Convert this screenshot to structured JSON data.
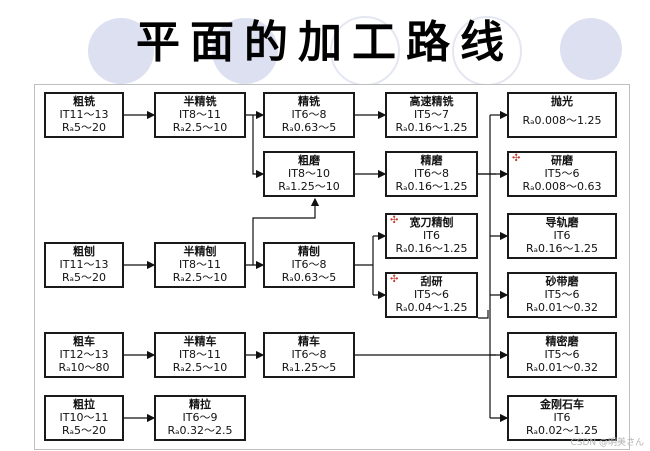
{
  "title": "平面的加工路线",
  "watermark": "CSDN @明美さん",
  "nodes": {
    "rough_mill": {
      "name": "粗铣",
      "it": "IT11～13",
      "ra": "Rₐ5～20"
    },
    "semi_mill": {
      "name": "半精铣",
      "it": "IT8～11",
      "ra": "Rₐ2.5～10"
    },
    "fine_mill": {
      "name": "精铣",
      "it": "IT6～8",
      "ra": "Rₐ0.63～5"
    },
    "hs_fine_mill": {
      "name": "高速精铣",
      "it": "IT5～7",
      "ra": "Rₐ0.16～1.25"
    },
    "rough_grind": {
      "name": "粗磨",
      "it": "IT8～10",
      "ra": "Rₐ1.25～10"
    },
    "fine_grind": {
      "name": "精磨",
      "it": "IT6～8",
      "ra": "Rₐ0.16～1.25"
    },
    "rough_plane": {
      "name": "粗刨",
      "it": "IT11～13",
      "ra": "Rₐ5～20"
    },
    "semi_plane": {
      "name": "半精刨",
      "it": "IT8～11",
      "ra": "Rₐ2.5～10"
    },
    "fine_plane": {
      "name": "精刨",
      "it": "IT6～8",
      "ra": "Rₐ0.63～5"
    },
    "wide_blade_plane": {
      "name": "宽刀精刨",
      "it": "IT6",
      "ra": "Rₐ0.16～1.25"
    },
    "scrape": {
      "name": "刮研",
      "it": "IT5～6",
      "ra": "Rₐ0.04～1.25"
    },
    "rough_turn": {
      "name": "粗车",
      "it": "IT12～13",
      "ra": "Rₐ10～80"
    },
    "semi_turn": {
      "name": "半精车",
      "it": "IT8～11",
      "ra": "Rₐ2.5～10"
    },
    "fine_turn": {
      "name": "精车",
      "it": "IT6～8",
      "ra": "Rₐ1.25～5"
    },
    "rough_broach": {
      "name": "粗拉",
      "it": "IT10～11",
      "ra": "Rₐ5～20"
    },
    "fine_broach": {
      "name": "精拉",
      "it": "IT6～9",
      "ra": "Rₐ0.32～2.5"
    },
    "polish": {
      "name": "抛光",
      "it": "",
      "ra": "Rₐ0.008～1.25"
    },
    "lap": {
      "name": "研磨",
      "it": "IT5～6",
      "ra": "Rₐ0.008～0.63"
    },
    "guide_grind": {
      "name": "导轨磨",
      "it": "IT6",
      "ra": "Rₐ0.16～1.25"
    },
    "belt_grind": {
      "name": "砂带磨",
      "it": "IT5～6",
      "ra": "Rₐ0.01～0.32"
    },
    "precision_grind": {
      "name": "精密磨",
      "it": "IT5～6",
      "ra": "Rₐ0.01～0.32"
    },
    "diamond_turn": {
      "name": "金刚石车",
      "it": "IT6",
      "ra": "Rₐ0.02～1.25"
    }
  }
}
